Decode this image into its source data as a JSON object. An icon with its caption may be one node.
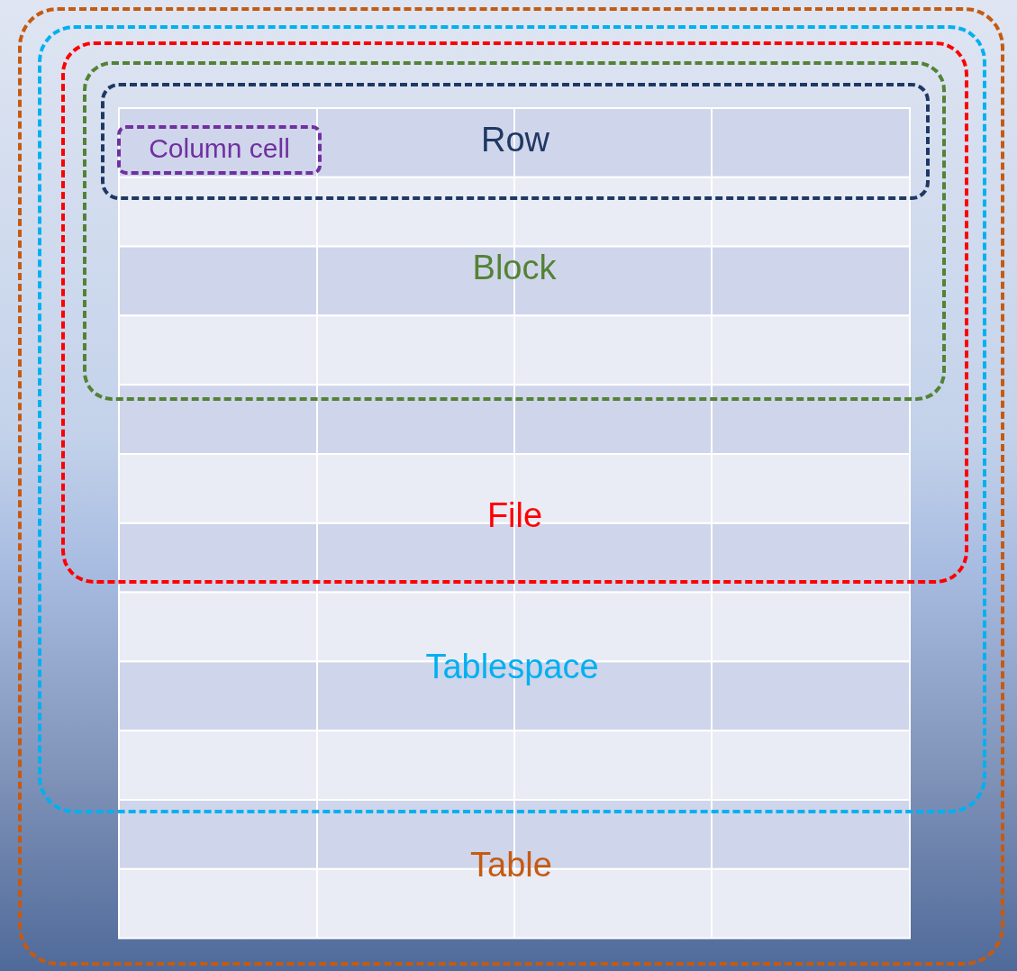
{
  "diagram": {
    "nodes": [
      {
        "text": [
          "Table"
        ]
      },
      {
        "text": [
          "Tablespace"
        ],
        "in": 0
      },
      {
        "text": [
          "File"
        ],
        "in": 1
      },
      {
        "text": [
          "Block"
        ],
        "in": 2
      },
      {
        "text": [
          "Row"
        ],
        "in": 3
      },
      {
        "text": [
          "Column cell"
        ],
        "in": 4
      }
    ]
  }
}
